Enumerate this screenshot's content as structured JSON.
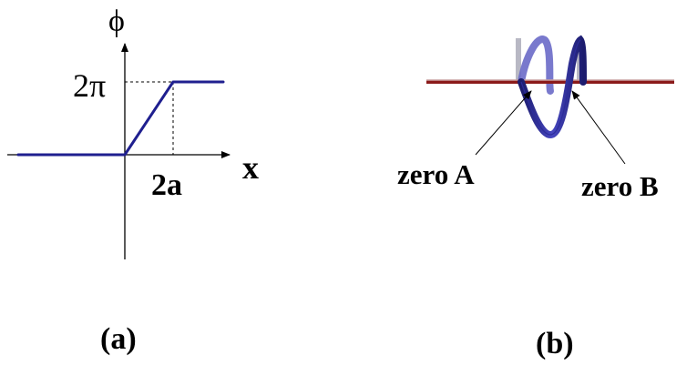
{
  "panel_a": {
    "y_axis_label": "ϕ",
    "y_tick_label": "2π",
    "x_axis_label": "x",
    "x_tick_label": "2a",
    "caption": "(a)",
    "curve_color": "#1f1f8f"
  },
  "panel_b": {
    "label_zero_a": "zero A",
    "label_zero_b": "zero B",
    "caption": "(b)",
    "wave_color": "#2c2c9a",
    "line_color": "#8b1a1a"
  }
}
